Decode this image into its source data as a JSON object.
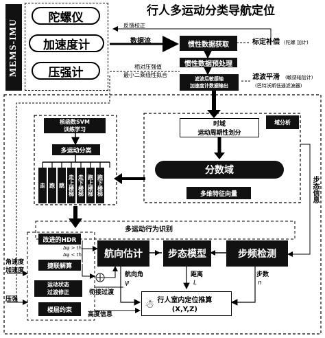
{
  "side_title": "MEMS-IMU",
  "sensors": [
    "陀螺仪",
    "加速度计",
    "压强计"
  ],
  "title": "行人多运动分类导航定位",
  "labels": {
    "feedback": "反馈校正",
    "data_stream": "数据流",
    "relative_pressure": "相对压强值",
    "least_squares": "最小二乘线性拟合",
    "calibration": "标定补偿",
    "calibration_note": "(陀螺 加计)",
    "filtering": "滤波平滑",
    "filtering_note": "(敏感轴加计)",
    "filtering_note2": "(巴特沃斯低通滤波器)",
    "freq_analysis": "域分析",
    "step_info": "步态信息",
    "multi_motion_id": "多运动行为识别",
    "angular_velocity": "角速度",
    "acceleration": "加速度",
    "pressure": "压强",
    "heading_angle": "航向角",
    "psi": "ψ",
    "distance": "距离",
    "step_param": "步数",
    "n_symbol": "n",
    "L_symbol": "L",
    "transition": "衔接过渡",
    "height_info": "高度信息",
    "threshold1": "Δψ > th",
    "threshold2": "Δψ < th"
  },
  "process": {
    "inertial_acquire": "惯性数据获取",
    "inertial_preprocess": "惯性数据预处理",
    "filtered_output_1": "滤波后敏感轴",
    "filtered_output_2": "加速度计数据输出",
    "time_domain_1": "时域",
    "time_domain_2": "运动周期性划分",
    "fractional_domain": "分数域",
    "multi_feature": "多维特征向量",
    "svm_1": "核函数SVM",
    "svm_2": "训练学习",
    "multi_class": "多运动分类",
    "heading_est": "航向估计",
    "gait_model": "步态模型",
    "step_detect": "步频检测",
    "indoor_1": "行人室内定位推算",
    "indoor_2": "(X,Y,Z)",
    "improved_hdr": "改进的HDR",
    "strapdown": "捷联解算",
    "motion_state_1": "运动状态",
    "motion_state_2": "过渡修正",
    "floor_constraint": "楼层约束"
  },
  "motion_classes": [
    "走",
    "跑",
    "跳",
    "走上楼梯",
    "走下楼梯",
    "跑上楼梯",
    "跑下楼梯"
  ]
}
